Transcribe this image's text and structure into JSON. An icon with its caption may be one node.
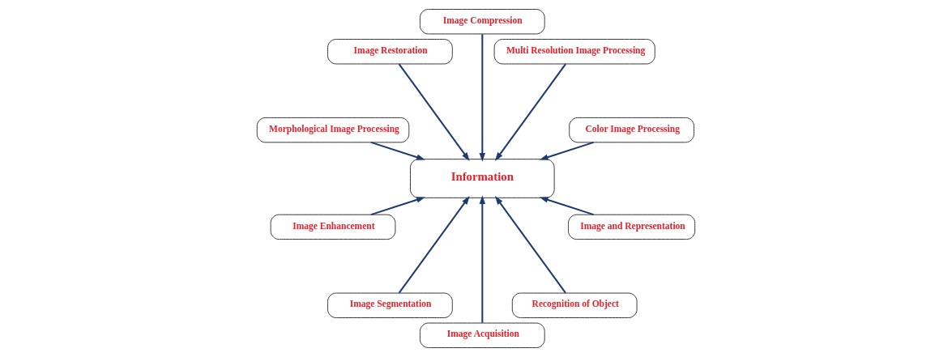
{
  "diagram": {
    "nodes": [
      {
        "text": [
          "Color Image Processing"
        ]
      },
      {
        "text": [
          "Multi Resolution Image Processing"
        ]
      },
      {
        "text": [
          "Image Compression"
        ]
      },
      {
        "text": [
          "Image Restoration"
        ]
      },
      {
        "text": [
          "Information"
        ]
      },
      {
        "text": [
          "Morphological Image Processing"
        ]
      },
      {
        "text": [
          "Image Enhancement"
        ]
      },
      {
        "text": [
          "Image Segmentation"
        ]
      },
      {
        "text": [
          "Image Acquisition"
        ]
      },
      {
        "text": [
          "Recognition of Object"
        ]
      },
      {
        "text": [
          "Image and Representation"
        ]
      }
    ],
    "edges": [
      {
        "from": 0,
        "to": 4,
        "arrow": "to"
      },
      {
        "from": 1,
        "to": 4,
        "arrow": "to"
      },
      {
        "from": 2,
        "to": 4,
        "arrow": "to"
      },
      {
        "from": 3,
        "to": 4,
        "arrow": "to"
      },
      {
        "from": 5,
        "to": 4,
        "arrow": "to"
      },
      {
        "from": 6,
        "to": 4,
        "arrow": "to"
      },
      {
        "from": 7,
        "to": 4,
        "arrow": "to"
      },
      {
        "from": 8,
        "to": 4,
        "arrow": "to"
      },
      {
        "from": 9,
        "to": 4,
        "arrow": "to"
      },
      {
        "from": 10,
        "to": 4,
        "arrow": "to"
      }
    ]
  }
}
